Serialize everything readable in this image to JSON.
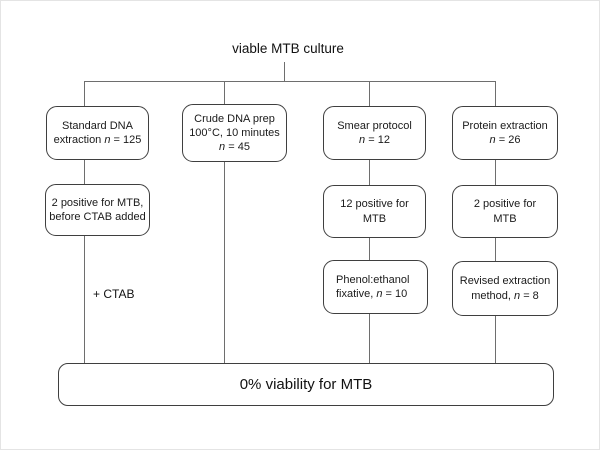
{
  "root": {
    "label": "viable MTB culture"
  },
  "columns": [
    {
      "top": {
        "lines": [
          "Standard DNA",
          "extraction *n* = 125"
        ]
      },
      "middle": {
        "lines": [
          "2 positive for MTB,",
          "before CTAB added"
        ]
      },
      "note": "+ CTAB"
    },
    {
      "top": {
        "lines": [
          "Crude DNA prep",
          "100°C, 10 minutes",
          "*n* = 45"
        ]
      }
    },
    {
      "top": {
        "lines": [
          "Smear protocol",
          "*n* = 12"
        ]
      },
      "middle": {
        "lines": [
          "12 positive for",
          "MTB"
        ]
      },
      "bottom": {
        "lines": [
          "Phenol:ethanol",
          "fixative, *n* = 10"
        ]
      }
    },
    {
      "top": {
        "lines": [
          "Protein extraction",
          "*n* = 26"
        ]
      },
      "middle": {
        "lines": [
          "2 positive for",
          "MTB"
        ]
      },
      "bottom": {
        "lines": [
          "Revised extraction",
          "method, *n* = 8"
        ]
      }
    }
  ],
  "result": {
    "label": "0% viability for MTB"
  },
  "colors": {
    "line": "#6e6e6e",
    "border": "#3f3f3f",
    "background": "#ffffff",
    "text": "#111111"
  }
}
